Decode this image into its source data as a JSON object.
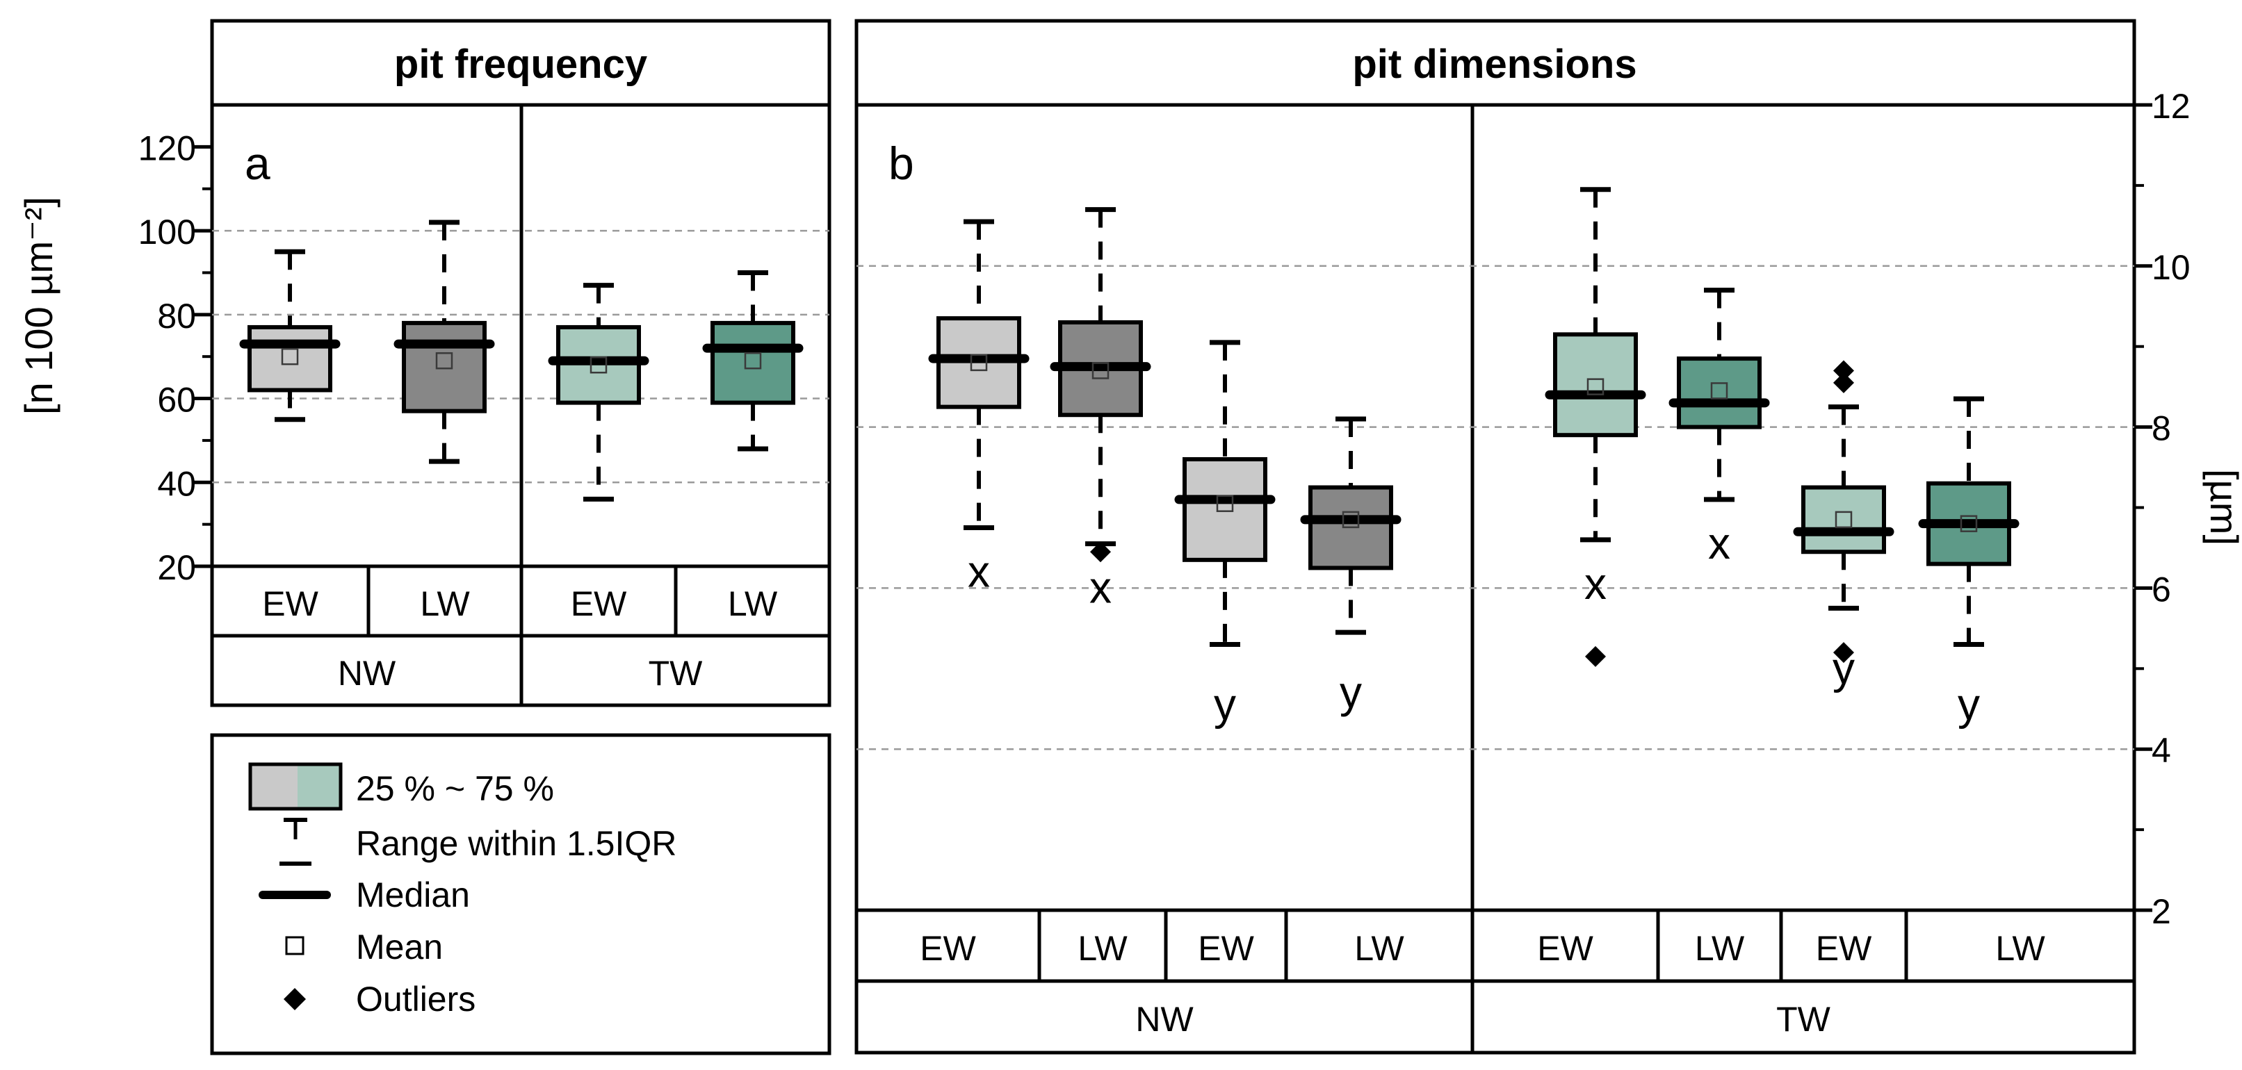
{
  "colors": {
    "nw_ew": "#c9c9c9",
    "nw_lw": "#878787",
    "tw_ew": "#a7c9bd",
    "tw_lw": "#5e9a88",
    "grid": "#9a9a9a"
  },
  "chart_data": [
    {
      "type": "box",
      "panel_label": "a",
      "title": "pit frequency",
      "ylabel": "[n 100 µm⁻²]",
      "ylim": [
        20,
        130
      ],
      "yticks": [
        "20",
        "40",
        "60",
        "80",
        "100",
        "120"
      ],
      "grid_lines": [
        40,
        60,
        80,
        100
      ],
      "wood_types": [
        "NW",
        "TW"
      ],
      "zones": [
        "EW",
        "LW",
        "EW",
        "LW"
      ],
      "boxes": [
        {
          "wood": "NW",
          "zone": "EW",
          "color": "nw_ew",
          "q1": 62,
          "median": 73,
          "q3": 77,
          "mean": 70,
          "whisker_low": 55,
          "whisker_high": 95
        },
        {
          "wood": "NW",
          "zone": "LW",
          "color": "nw_lw",
          "q1": 57,
          "median": 73,
          "q3": 78,
          "mean": 69,
          "whisker_low": 45,
          "whisker_high": 102
        },
        {
          "wood": "TW",
          "zone": "EW",
          "color": "tw_ew",
          "q1": 59,
          "median": 69,
          "q3": 77,
          "mean": 68,
          "whisker_low": 36,
          "whisker_high": 87
        },
        {
          "wood": "TW",
          "zone": "LW",
          "color": "tw_lw",
          "q1": 59,
          "median": 72,
          "q3": 78,
          "mean": 69,
          "whisker_low": 48,
          "whisker_high": 90
        }
      ]
    },
    {
      "type": "box",
      "panel_label": "b",
      "title": "pit dimensions",
      "ylabel": "[µm]",
      "ylim": [
        2,
        12
      ],
      "yticks": [
        "2",
        "4",
        "6",
        "8",
        "10",
        "12"
      ],
      "grid_lines": [
        4,
        6,
        8,
        10
      ],
      "wood_types": [
        "NW",
        "TW"
      ],
      "zones": [
        "EW",
        "LW",
        "EW",
        "LW",
        "EW",
        "LW",
        "EW",
        "LW"
      ],
      "boxes": [
        {
          "wood": "NW",
          "zone": "EW",
          "dimension": "x",
          "color": "nw_ew",
          "q1": 8.25,
          "median": 8.85,
          "q3": 9.35,
          "mean": 8.8,
          "whisker_low": 6.75,
          "whisker_high": 10.55,
          "outliers": []
        },
        {
          "wood": "NW",
          "zone": "LW",
          "dimension": "x",
          "color": "nw_lw",
          "q1": 8.15,
          "median": 8.75,
          "q3": 9.3,
          "mean": 8.7,
          "whisker_low": 6.55,
          "whisker_high": 10.7,
          "outliers": [
            6.45
          ]
        },
        {
          "wood": "NW",
          "zone": "EW",
          "dimension": "y",
          "color": "nw_ew",
          "q1": 6.35,
          "median": 7.1,
          "q3": 7.6,
          "mean": 7.05,
          "whisker_low": 5.3,
          "whisker_high": 9.05,
          "outliers": []
        },
        {
          "wood": "NW",
          "zone": "LW",
          "dimension": "y",
          "color": "nw_lw",
          "q1": 6.25,
          "median": 6.85,
          "q3": 7.25,
          "mean": 6.85,
          "whisker_low": 5.45,
          "whisker_high": 8.1,
          "outliers": []
        },
        {
          "wood": "TW",
          "zone": "EW",
          "dimension": "x",
          "color": "tw_ew",
          "q1": 7.9,
          "median": 8.4,
          "q3": 9.15,
          "mean": 8.5,
          "whisker_low": 6.6,
          "whisker_high": 10.95,
          "outliers": [
            5.15
          ]
        },
        {
          "wood": "TW",
          "zone": "LW",
          "dimension": "x",
          "color": "tw_lw",
          "q1": 8.0,
          "median": 8.3,
          "q3": 8.85,
          "mean": 8.45,
          "whisker_low": 7.1,
          "whisker_high": 9.7,
          "outliers": []
        },
        {
          "wood": "TW",
          "zone": "EW",
          "dimension": "y",
          "color": "tw_ew",
          "q1": 6.45,
          "median": 6.7,
          "q3": 7.25,
          "mean": 6.85,
          "whisker_low": 5.75,
          "whisker_high": 8.25,
          "outliers": [
            8.55,
            8.7,
            5.2
          ]
        },
        {
          "wood": "TW",
          "zone": "LW",
          "dimension": "y",
          "color": "tw_lw",
          "q1": 6.3,
          "median": 6.8,
          "q3": 7.3,
          "mean": 6.8,
          "whisker_low": 5.3,
          "whisker_high": 8.35,
          "outliers": []
        }
      ]
    }
  ],
  "legend": {
    "items": [
      "25 % ~ 75 %",
      "Range within 1.5IQR",
      "Median",
      "Mean",
      "Outliers"
    ]
  }
}
